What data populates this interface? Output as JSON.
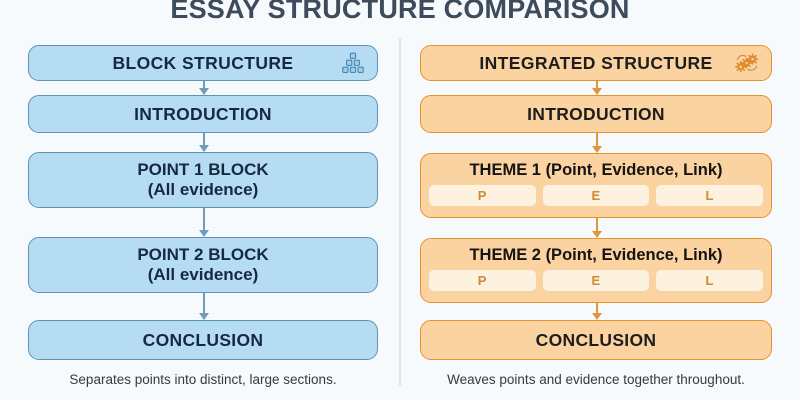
{
  "title": "ESSAY STRUCTURE COMPARISON",
  "colors": {
    "background": "#f7fafc",
    "title_text": "#3d4b5c",
    "blue_fill": "#b6dcf3",
    "blue_border": "#5e93b3",
    "blue_text": "#152a40",
    "blue_arrow": "#6f9dba",
    "orange_fill": "#fbd3a0",
    "orange_border": "#e4922f",
    "orange_text": "#1d1d1d",
    "orange_arrow": "#e09640",
    "chip_fill": "#fdf1e0",
    "chip_text": "#cf8a36",
    "divider": "#dfe6ec",
    "caption_text": "#333a42"
  },
  "left_column": {
    "header": {
      "label": "BLOCK STRUCTURE",
      "icon": "stacked-blocks-icon"
    },
    "nodes": [
      {
        "label": "INTRODUCTION",
        "sub": ""
      },
      {
        "label": "POINT 1 BLOCK",
        "sub": "(All evidence)"
      },
      {
        "label": "POINT 2 BLOCK",
        "sub": "(All evidence)"
      },
      {
        "label": "CONCLUSION",
        "sub": ""
      }
    ],
    "caption": "Separates points into distinct, large sections."
  },
  "right_column": {
    "header": {
      "label": "INTEGRATED STRUCTURE",
      "icon": "gears-icon"
    },
    "intro": "INTRODUCTION",
    "themes": [
      {
        "title": "THEME 1 (Point, Evidence, Link)",
        "chips": [
          "P",
          "E",
          "L"
        ]
      },
      {
        "title": "THEME 2 (Point, Evidence, Link)",
        "chips": [
          "P",
          "E",
          "L"
        ]
      }
    ],
    "conclusion": "CONCLUSION",
    "caption": "Weaves points and evidence together throughout."
  }
}
